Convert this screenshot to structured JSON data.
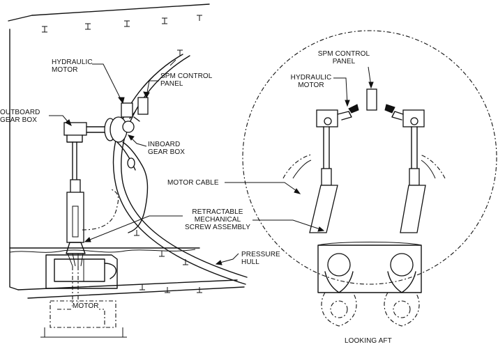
{
  "labels": {
    "hydraulic_motor_left": "HYDRAULIC\nMOTOR",
    "spm_control_panel_left": "SPM CONTROL\nPANEL",
    "outboard_gear_box": "OUTBOARD\nGEAR BOX",
    "inboard_gear_box": "INBOARD\nGEAR BOX",
    "motor_cable": "MOTOR CABLE",
    "retractable_assembly": "RETRACTABLE\nMECHANICAL\nSCREW ASSEMBLY",
    "pressure_hull": "PRESSURE\nHULL",
    "motor": "MOTOR",
    "spm_control_panel_right": "SPM CONTROL\nPANEL",
    "hydraulic_motor_right": "HYDRAULIC\nMOTOR",
    "looking_aft": "LOOKING AFT"
  }
}
